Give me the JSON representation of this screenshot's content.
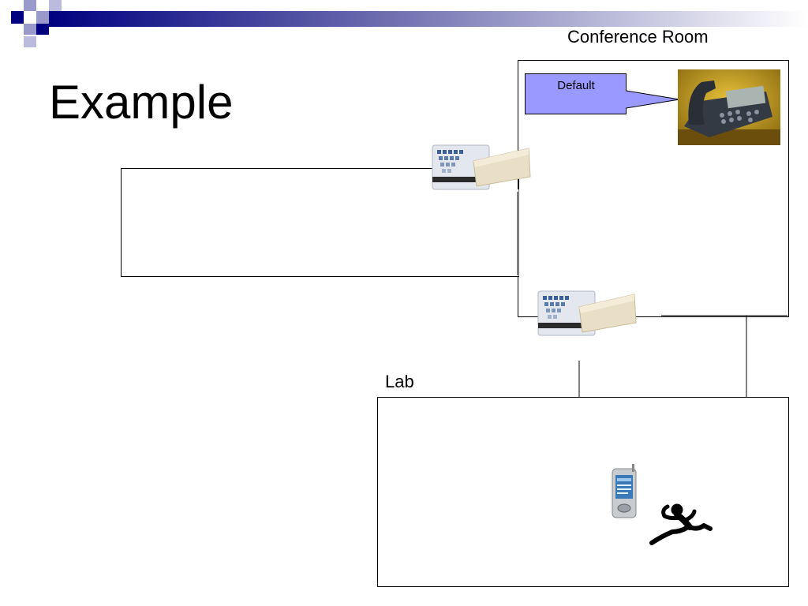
{
  "slide": {
    "title": "Example"
  },
  "rooms": {
    "conference_room": "Conference Room",
    "lab": "Lab"
  },
  "callout": {
    "text": "Default",
    "fill": "#9999FF"
  },
  "colors": {
    "banner_dark": "#000080",
    "banner_light": "#9999CC"
  },
  "icons": {
    "phone": "ip-desk-phone-icon",
    "card_reader": "card-reader-icon",
    "pda": "pda-icon",
    "runner": "running-person-icon"
  }
}
